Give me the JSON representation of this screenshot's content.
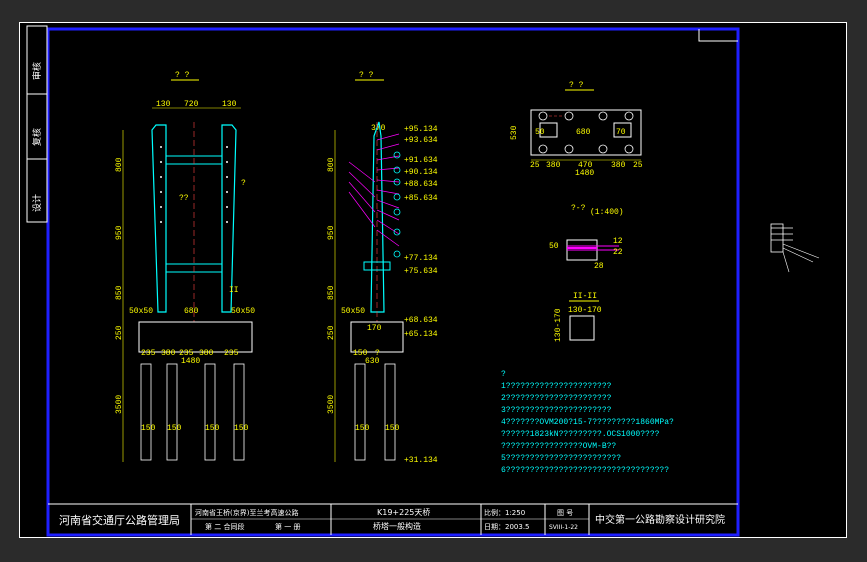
{
  "side_labels": [
    "审核",
    "复核",
    "设计"
  ],
  "titles": {
    "main_front": "? ?",
    "main_side": "? ?",
    "plan": "? ?",
    "section_2": "?-?",
    "section_2_scale": "(1:400)",
    "section_1": "II-II"
  },
  "front_dims": {
    "top_left": "130",
    "top_mid": "720",
    "top_right": "130",
    "v_800": "800",
    "v_950": "950",
    "v_850": "850",
    "v_250": "250",
    "v_3500": "3500",
    "mid": "680",
    "edge_l": "50x50",
    "edge_r": "50x50",
    "base": [
      "235",
      "380",
      "235",
      "380",
      "235"
    ],
    "base_total": "1480",
    "pile": "150",
    "label_ii": "II",
    "label_qq": "??",
    "label_q": "?"
  },
  "side_dims": {
    "top": "370",
    "v_800": "800",
    "v_950": "950",
    "v_850": "850",
    "v_250": "250",
    "v_3500": "3500",
    "w_170": "170",
    "edge": "50x50",
    "base_a": "150",
    "base_b": "?",
    "base_total": "630",
    "pile": "150",
    "elevs": [
      "+95.134",
      "+93.634",
      "+91.634",
      "+90.134",
      "+88.634",
      "+85.634",
      "+77.134",
      "+75.634",
      "+68.634",
      "+65.134",
      "+31.134"
    ]
  },
  "plan_dims": {
    "left_h": "530",
    "inner": "680",
    "b1": "50",
    "b2": "70",
    "bottom": [
      "25",
      "380",
      "470",
      "380",
      "25"
    ],
    "bottom_total": "1480"
  },
  "section2_dims": {
    "a": "50",
    "b": "12",
    "c": "22",
    "d": "28"
  },
  "section1_dims": {
    "top": "130-170",
    "side": "130-170"
  },
  "notes": [
    "?",
    "1??????????????????????",
    "2??????????????????????",
    "3??????????????????????",
    "4???????OVM200?15-7?????????1860MPa?",
    "  ??????1823kN?????????.OCS1000????",
    "  ?????????????????OVM-B??",
    "5????????????????????????",
    "6??????????????????????????????????"
  ],
  "title_block": {
    "org": "河南省交通厅公路管理局",
    "project_line1": "河南省王桥(京界)至兰考高速公路",
    "project_line2a": "第 二 合同段",
    "project_line2b": "第 一 册",
    "drawing_line1": "K19+225天桥",
    "drawing_line2": "桥塔一般构造",
    "scale_label": "比例：1:250",
    "date_label": "日期：2003.5",
    "sheet_label": "图 号",
    "sheet_no": "SVIII-1-22",
    "institute": "中交第一公路勘察设计研究院"
  },
  "colors": {
    "frame": "#1f1fff",
    "structure": "#00ffff",
    "dims": "#ffff00",
    "text": "#ffffff",
    "cable": "#ff00ff",
    "bg": "#000000"
  }
}
